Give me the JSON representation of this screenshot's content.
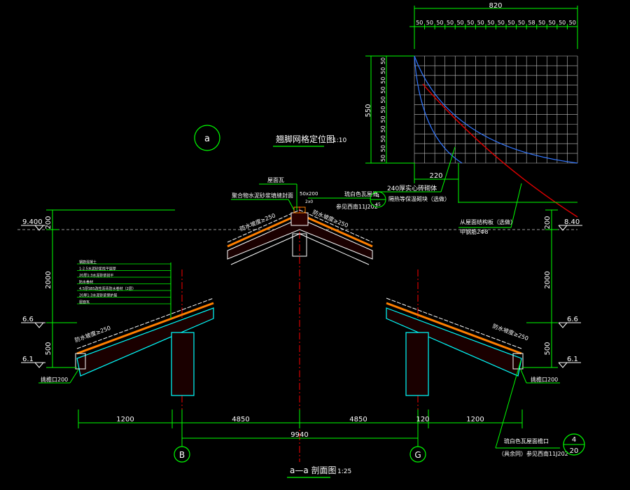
{
  "colors": {
    "background": "#000000",
    "white": "#ffffff",
    "green": "#00ff00",
    "cyan": "#00ffff",
    "red": "#ff0000",
    "dark_red": "#cc0000",
    "orange": "#ff7f00",
    "blue": "#3377ff",
    "yellow": "#ffff00",
    "grid": "#bfbfbf",
    "dim": "#9a9a9a"
  },
  "grid_plan": {
    "total_width_label": "820",
    "col_labels": [
      "50",
      "50",
      "50",
      "50",
      "50",
      "50",
      "50",
      "50",
      "50",
      "50",
      "50",
      "58",
      "50",
      "50",
      "50",
      "50"
    ],
    "total_height_label": "550",
    "row_labels": [
      "50",
      "50",
      "50",
      "50",
      "50",
      "50",
      "50",
      "50",
      "50",
      "50",
      "50"
    ],
    "bottom_label": "220",
    "title": "翘脚网格定位图",
    "title_scale": "1:10",
    "circle_label": "a"
  },
  "section": {
    "title_circle": "a",
    "title": "a—a 剖面图",
    "scale": "1:25",
    "elev_left": [
      {
        "label": "9.400"
      },
      {
        "label": "6.6"
      },
      {
        "label": "6.1"
      }
    ],
    "elev_right": [
      {
        "label": "8.40"
      },
      {
        "label": "6.6"
      },
      {
        "label": "6.1"
      }
    ],
    "vdims_left": [
      "200",
      "2000",
      "500"
    ],
    "vdims_right": [
      "200",
      "2000",
      "500"
    ],
    "hdims": [
      "1200",
      "4850",
      "4850",
      "120",
      "1200"
    ],
    "total_dim": "9940",
    "axis_b": "B",
    "axis_g": "G",
    "annotations": {
      "ridge_top": "屋面瓦",
      "ridge_note": "聚合物水泥砂浆填缝封面",
      "ridge_size": "50x200",
      "ridge_dim": "2x0",
      "glaze_ridge": "琉白色瓦屋脊",
      "ref_ridge": "参见西南11J202",
      "detail_circle_top": "4",
      "detail_circle_bot": "45",
      "slope_left_top": "防水坡度≥250",
      "slope_right_top": "防水坡度≥250",
      "slope_left_low": "防水坡度≥250",
      "slope_right_low": "防水坡度≥250",
      "brick_note_1": "240厚实心砖砌体",
      "brick_note_2": "隔热等保温砌块（选做）",
      "rebar_note_1": "从屋面结构板（选做）",
      "rebar_note_2": "中钢筋2Φ8",
      "eave_left": "挑檐口200",
      "eave_right": "挑檐口200",
      "glaze_eave": "琉白色瓦屋面檐口",
      "ref_eave": "（具余同）参见西南11J202",
      "detail_circle2_top": "4",
      "detail_circle2_bot": "20",
      "layers": [
        "钢筋混凝土",
        "1:2.5水泥砂浆找平层厚",
        "20厚1:3水泥砂浆找平",
        "防水卷材",
        "4.5厚SBS改性沥青防水卷材（2层）",
        "20厚1:3水泥砂浆保护层",
        "屋面瓦"
      ]
    }
  }
}
